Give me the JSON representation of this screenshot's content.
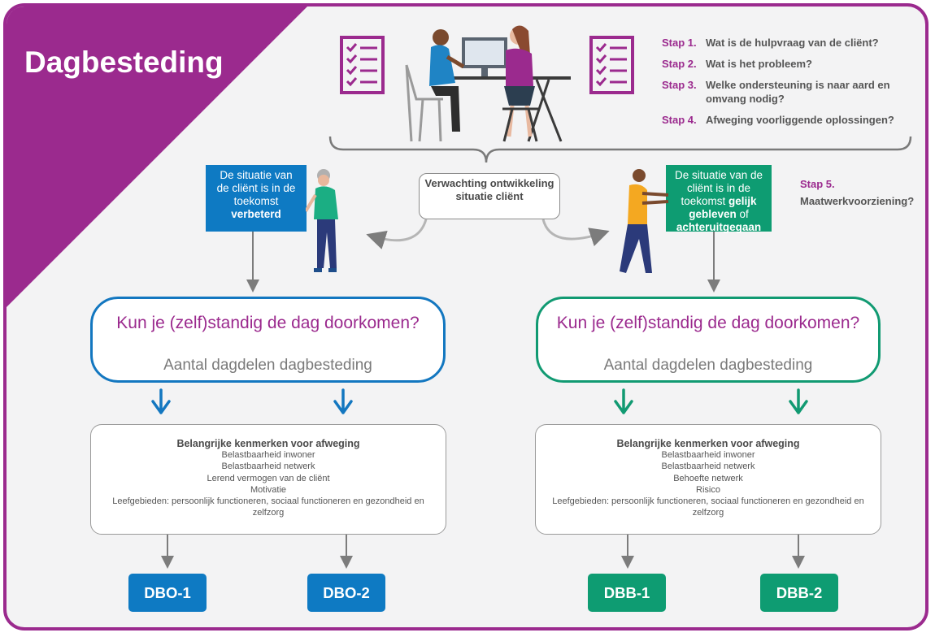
{
  "title": "Dagbesteding",
  "colors": {
    "accent": "#9b2a8e",
    "blue": "#0e7ac3",
    "green": "#0e9c72"
  },
  "steps": [
    {
      "label": "Stap 1.",
      "text": "Wat is de hulpvraag van de cliënt?"
    },
    {
      "label": "Stap 2.",
      "text": "Wat is het probleem?"
    },
    {
      "label": "Stap 3.",
      "text": "Welke ondersteuning is naar aard en omvang nodig?"
    },
    {
      "label": "Stap 4.",
      "text": "Afweging voorliggende oplossingen?"
    }
  ],
  "step5": {
    "label": "Stap 5.",
    "text": "Maatwerkvoorziening?"
  },
  "expectation": "Verwachting ontwikkeling situatie cliënt",
  "callout_left": {
    "prefix": "De situatie van de cliënt is in de toekomst",
    "bold": "verbeterd"
  },
  "callout_right": {
    "prefix": "De situatie van de cliënt is in de toekomst",
    "bold1": "gelijk gebleven",
    "mid": "of",
    "bold2": "achteruitgegaan"
  },
  "question": {
    "title": "Kun je (zelf)standig de dag doorkomen?",
    "subtitle": "Aantal dagdelen dagbesteding"
  },
  "kenmerken_left": {
    "heading": "Belangrijke kenmerken voor afweging",
    "items": [
      "Belastbaarheid inwoner",
      "Belastbaarheid netwerk",
      "Lerend vermogen van de cliënt",
      "Motivatie",
      "Leefgebieden: persoonlijk functioneren, sociaal functioneren en gezondheid en zelfzorg"
    ]
  },
  "kenmerken_right": {
    "heading": "Belangrijke kenmerken voor afweging",
    "items": [
      "Belastbaarheid inwoner",
      "Belastbaarheid netwerk",
      "Behoefte netwerk",
      "Risico",
      "Leefgebieden: persoonlijk functioneren, sociaal functioneren en gezondheid en zelfzorg"
    ]
  },
  "categories": [
    "DBO-1",
    "DBO-2",
    "DBB-1",
    "DBB-2"
  ],
  "icons": [
    "checklist-icon",
    "people-at-desk-illustration",
    "elderly-woman-illustration",
    "man-pushing-illustration"
  ]
}
